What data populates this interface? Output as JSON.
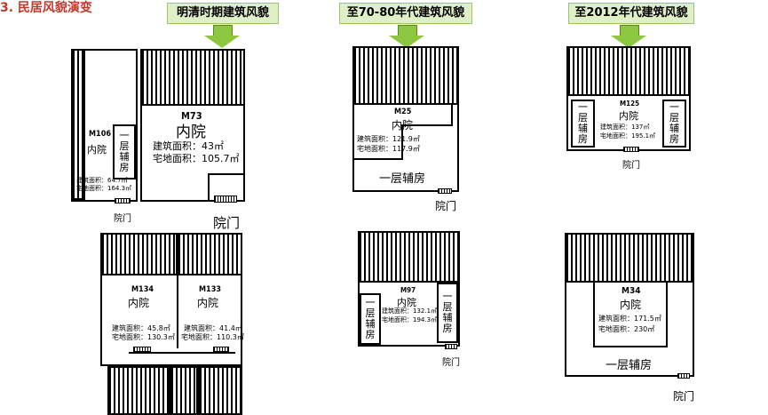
{
  "section_title": "3. 民居风貌演变",
  "eras": [
    "明清时期建筑风貌",
    "至70-80年代建筑风貌",
    "至2012年代建筑风貌"
  ],
  "side_room_chars": [
    "一",
    "层",
    "辅",
    "房"
  ],
  "houses": {
    "m106": {
      "code": "M106",
      "yard": "内院",
      "area": "建筑面积：64.7㎡",
      "land": "宅地面积：164.3㎡",
      "gate": "院门"
    },
    "m73": {
      "code": "M73",
      "yard": "内院",
      "area": "建筑面积：43㎡",
      "land": "宅地面积：105.7㎡",
      "gate": "院门"
    },
    "m25": {
      "code": "M25",
      "yard": "内院",
      "area": "建筑面积：121.9㎡",
      "land": "宅地面积：117.9㎡",
      "side": "一层辅房",
      "gate": "院门"
    },
    "m125": {
      "code": "M125",
      "yard": "内院",
      "area": "建筑面积：137㎡",
      "land": "宅地面积：195.1㎡",
      "gate": "院门"
    },
    "m134": {
      "code": "M134",
      "yard": "内院",
      "area": "建筑面积：45.8㎡",
      "land": "宅地面积：130.3㎡"
    },
    "m133": {
      "code": "M133",
      "yard": "内院",
      "area": "建筑面积：41.4㎡",
      "land": "宅地面积：110.3㎡"
    },
    "m97": {
      "code": "M97",
      "yard": "内院",
      "area": "建筑面积：132.1㎡",
      "land": "宅地面积：194.3㎡",
      "gate": "院门"
    },
    "m34": {
      "code": "M34",
      "yard": "内院",
      "area": "建筑面积：171.5㎡",
      "land": "宅地面积：230㎡",
      "side": "一层辅房",
      "gate": "院门"
    }
  }
}
